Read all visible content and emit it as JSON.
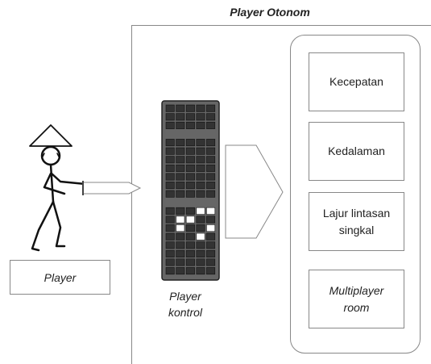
{
  "diagram": {
    "title": "Player Otonom",
    "player_label": "Player",
    "controller_label": "Player\nkontrol",
    "options": [
      {
        "label": "Kecepatan",
        "italic": false
      },
      {
        "label": "Kedalaman",
        "italic": false
      },
      {
        "label": "Lajur lintasan\nsingkal",
        "italic": false
      },
      {
        "label": "Multiplayer\nroom",
        "italic": true
      }
    ]
  },
  "colors": {
    "stroke": "#888888",
    "key_dark": "#333333",
    "key_light": "#ffffff"
  },
  "icons": [
    "stick-figure-icon",
    "sword-icon",
    "keyboard-icon",
    "arrow-icon"
  ]
}
